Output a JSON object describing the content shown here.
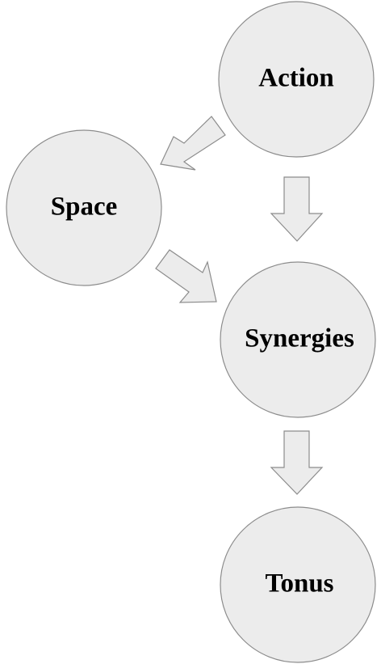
{
  "diagram": {
    "nodes": {
      "action": {
        "label": "Action"
      },
      "space": {
        "label": "Space"
      },
      "synergies": {
        "label": "Synergies"
      },
      "tonus": {
        "label": "Tonus"
      }
    },
    "edges": [
      {
        "from": "action",
        "to": "space"
      },
      {
        "from": "action",
        "to": "synergies"
      },
      {
        "from": "space",
        "to": "synergies"
      },
      {
        "from": "synergies",
        "to": "tonus"
      }
    ],
    "colors": {
      "node_fill": "#ececec",
      "node_stroke": "#8c8c8c",
      "text": "#000000"
    }
  }
}
